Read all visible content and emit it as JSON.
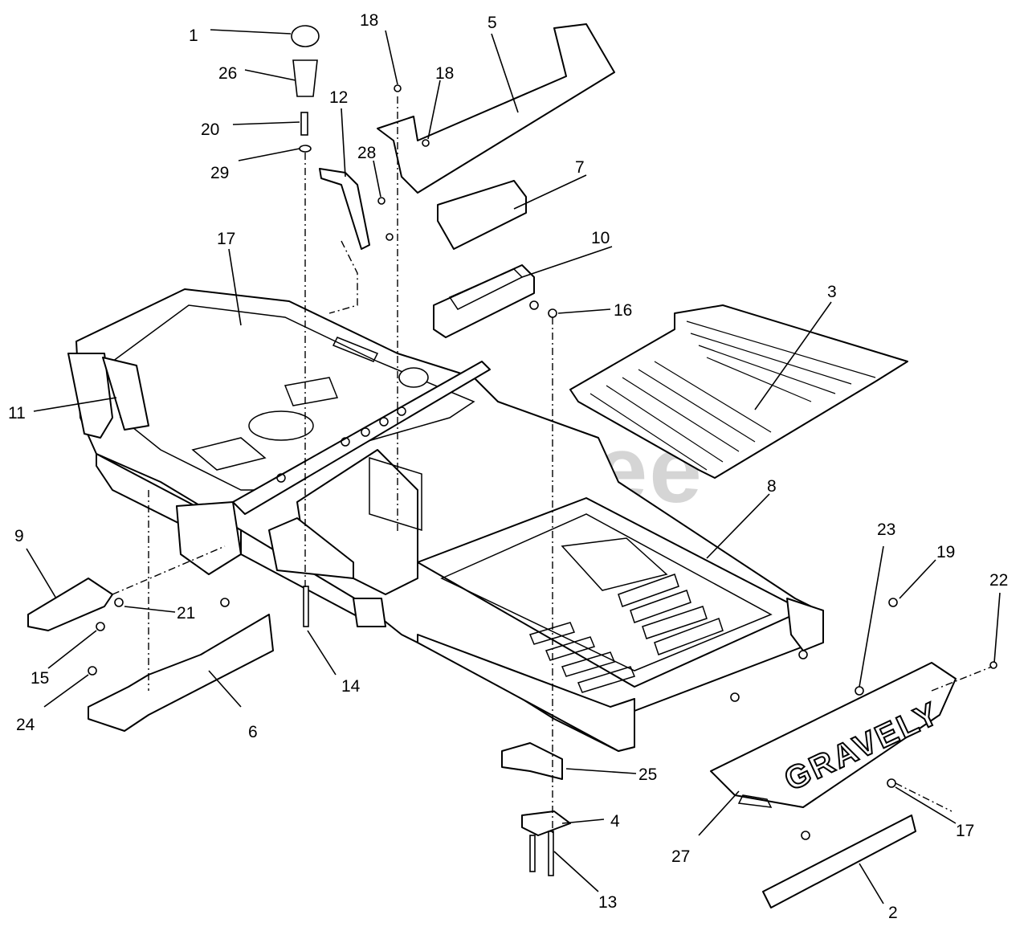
{
  "watermark": "PartsTree",
  "brand": "GRAVELY",
  "callouts": [
    {
      "label": "1"
    },
    {
      "label": "26"
    },
    {
      "label": "20"
    },
    {
      "label": "29"
    },
    {
      "label": "12"
    },
    {
      "label": "28"
    },
    {
      "label": "18"
    },
    {
      "label": "18"
    },
    {
      "label": "5"
    },
    {
      "label": "7"
    },
    {
      "label": "10"
    },
    {
      "label": "17"
    },
    {
      "label": "16"
    },
    {
      "label": "3"
    },
    {
      "label": "11"
    },
    {
      "label": "8"
    },
    {
      "label": "9"
    },
    {
      "label": "21"
    },
    {
      "label": "15"
    },
    {
      "label": "24"
    },
    {
      "label": "6"
    },
    {
      "label": "14"
    },
    {
      "label": "23"
    },
    {
      "label": "19"
    },
    {
      "label": "22"
    },
    {
      "label": "25"
    },
    {
      "label": "4"
    },
    {
      "label": "13"
    },
    {
      "label": "27"
    },
    {
      "label": "17"
    },
    {
      "label": "2"
    }
  ]
}
